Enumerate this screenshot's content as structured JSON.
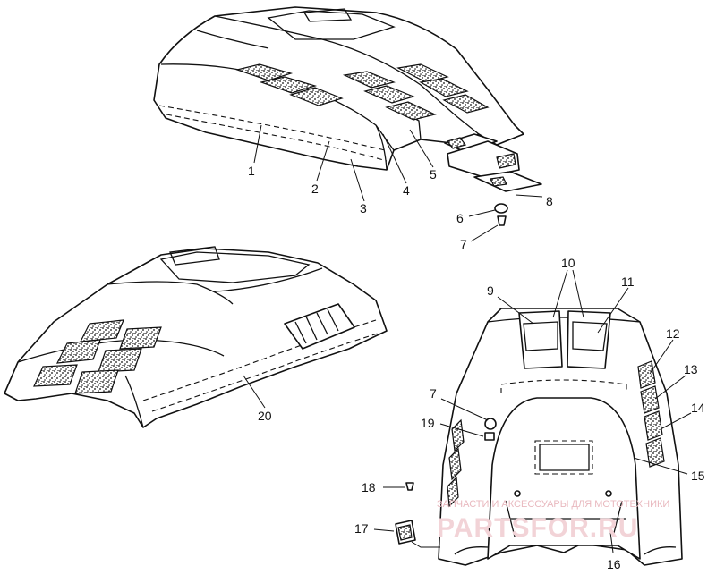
{
  "labels": {
    "l1": "1",
    "l2": "2",
    "l3": "3",
    "l4": "4",
    "l5": "5",
    "l6": "6",
    "l7a": "7",
    "l8": "8",
    "l9": "9",
    "l10": "10",
    "l11": "11",
    "l12": "12",
    "l13": "13",
    "l14": "14",
    "l15": "15",
    "l16": "16",
    "l7b": "7",
    "l17": "17",
    "l18": "18",
    "l19": "19",
    "l20": "20"
  },
  "watermark": {
    "tagline": "ЗАПЧАСТИ И АКСЕССУАРЫ ДЛЯ МОТОТЕХНИКИ",
    "brand": "PARTSFOR.RU",
    "color": "#e9b9bf"
  },
  "colors": {
    "ink": "#111111",
    "paper": "#ffffff"
  }
}
